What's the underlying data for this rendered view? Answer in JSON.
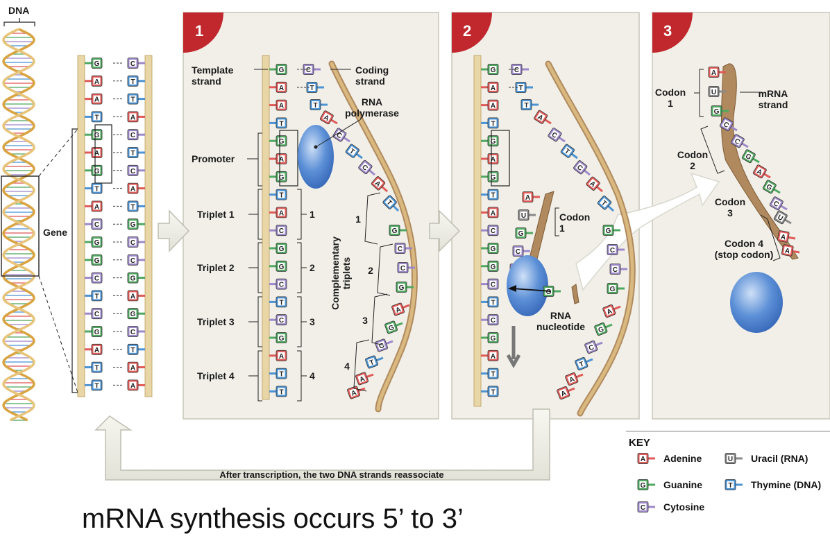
{
  "colors": {
    "adenine": "#e05a57",
    "guanine": "#4fa860",
    "cytosine": "#9d88c9",
    "thymine": "#4c93d3",
    "uracil": "#8a8a8a",
    "panel_bg": "#f1efe8",
    "badge": "#c0282d",
    "backbone": "#e9d6a6",
    "mrna": "#b08a5e",
    "polymerase": "#5b8fd6"
  },
  "dna": {
    "label": "DNA",
    "gene_label": "Gene",
    "template_bases": [
      "G",
      "A",
      "A",
      "T",
      "G",
      "A",
      "G",
      "T",
      "A",
      "C",
      "G",
      "G",
      "C",
      "T",
      "C",
      "G",
      "A",
      "T",
      "T"
    ],
    "coding_bases": [
      "C",
      "T",
      "T",
      "A",
      "C",
      "T",
      "C",
      "A",
      "T",
      "G",
      "C",
      "C",
      "G",
      "A",
      "G",
      "C",
      "T",
      "A",
      "A"
    ]
  },
  "panels": [
    {
      "number": "1"
    },
    {
      "number": "2"
    },
    {
      "number": "3"
    }
  ],
  "panel1": {
    "template_strand": "Template\nstrand",
    "coding_strand": "Coding\nstrand",
    "rna_polymerase": "RNA\npolymerase",
    "promoter": "Promoter",
    "triplets": [
      "Triplet 1",
      "Triplet 2",
      "Triplet 3",
      "Triplet 4"
    ],
    "triplet_numbers": [
      "1",
      "2",
      "3",
      "4"
    ],
    "complementary_triplets": "Complementary\ntriplets",
    "coding_out": [
      "C",
      "T",
      "T",
      "A",
      "C",
      "T",
      "C",
      "A",
      "T",
      "G",
      "C",
      "C",
      "G",
      "A",
      "G",
      "C",
      "T",
      "A",
      "A"
    ]
  },
  "panel2": {
    "codon_label": "Codon\n1",
    "rna_nucleotide": "RNA\nnucleotide",
    "mrna_bases": [
      "A",
      "U",
      "G",
      "C",
      "C"
    ],
    "free_nucleotide": "G",
    "coding_out": [
      "C",
      "T",
      "T",
      "A",
      "C",
      "T",
      "C",
      "A",
      "T",
      "G",
      "C",
      "C",
      "G",
      "A",
      "G",
      "C",
      "T",
      "A",
      "A"
    ]
  },
  "panel3": {
    "mrna_strand": "mRNA\nstrand",
    "mrna_bases": [
      "A",
      "U",
      "G",
      "C",
      "C",
      "G",
      "A",
      "G",
      "C",
      "U",
      "A",
      "A"
    ],
    "codons": [
      "Codon\n1",
      "Codon\n2",
      "Codon\n3",
      "Codon 4\n(stop codon)"
    ]
  },
  "reassociate_text": "After transcription, the two DNA strands reassociate",
  "key": {
    "title": "KEY",
    "items": [
      {
        "letter": "A",
        "label": "Adenine"
      },
      {
        "letter": "G",
        "label": "Guanine"
      },
      {
        "letter": "C",
        "label": "Cytosine"
      },
      {
        "letter": "U",
        "label": "Uracil (RNA)"
      },
      {
        "letter": "T",
        "label": "Thymine (DNA)"
      }
    ]
  },
  "caption": "mRNA synthesis occurs 5’ to 3’"
}
